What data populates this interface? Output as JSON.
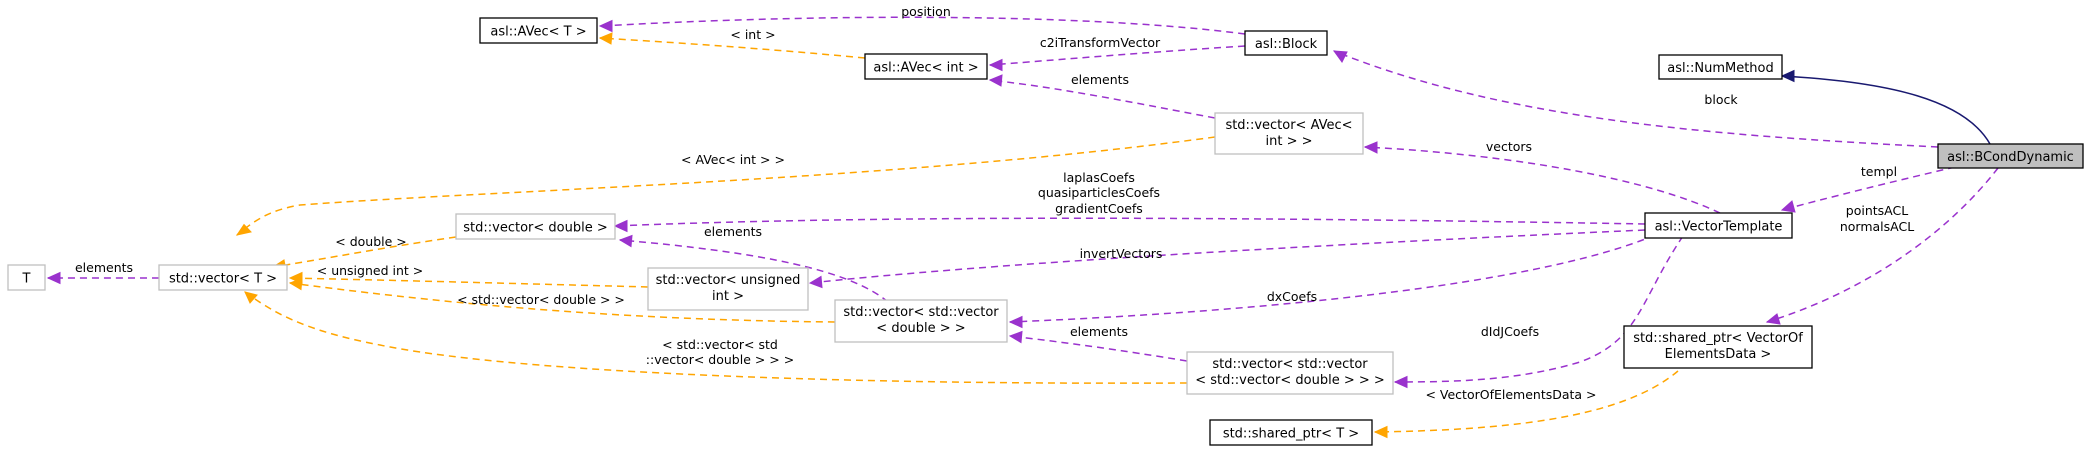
{
  "nodes": {
    "bcond_dynamic": [
      "asl::BCondDynamic"
    ],
    "num_method": [
      "asl::NumMethod"
    ],
    "block": [
      "asl::Block"
    ],
    "avec_t": [
      "asl::AVec< T >"
    ],
    "avec_int": [
      "asl::AVec< int >"
    ],
    "vector_avec_int": [
      "std::vector< AVec<",
      "int > >"
    ],
    "vector_template": [
      "asl::VectorTemplate"
    ],
    "shared_ptr_voed": [
      "std::shared_ptr< VectorOf",
      "ElementsData >"
    ],
    "shared_ptr_t": [
      "std::shared_ptr< T >"
    ],
    "t": [
      "T"
    ],
    "vector_t": [
      "std::vector< T >"
    ],
    "vector_double": [
      "std::vector< double >"
    ],
    "vector_unsigned": [
      "std::vector< unsigned",
      "int >"
    ],
    "vector_vector_double": [
      "std::vector< std::vector",
      "< double > >"
    ],
    "vector_vector_vector_double": [
      "std::vector< std::vector",
      "< std::vector< double > > >"
    ]
  },
  "edges": {
    "num_method_to_bcond": {
      "kind": "inheritance",
      "label": []
    },
    "block_to_bcond": {
      "kind": "usage",
      "label": [
        "block"
      ]
    },
    "template_to_bcond": {
      "kind": "usage",
      "label": [
        "templ"
      ]
    },
    "shared_to_bcond": {
      "kind": "usage",
      "label": [
        "pointsACL",
        "normalsACL"
      ]
    },
    "avec_t_to_block": {
      "kind": "usage",
      "label": [
        "position"
      ]
    },
    "avec_int_to_block": {
      "kind": "usage",
      "label": [
        "c2iTransformVector"
      ]
    },
    "avec_t_to_avec_int": {
      "kind": "template",
      "label": [
        "< int >"
      ]
    },
    "avec_int_to_vector_avec": {
      "kind": "usage",
      "label": [
        "elements"
      ]
    },
    "vector_avec_to_template": {
      "kind": "usage",
      "label": [
        "vectors"
      ]
    },
    "vector_double_to_template": {
      "kind": "usage",
      "label": [
        "laplasCoefs",
        "quasiparticlesCoefs",
        "gradientCoefs"
      ]
    },
    "vector_unsigned_to_template": {
      "kind": "usage",
      "label": [
        "invertVectors"
      ]
    },
    "vector_vector_double_to_template": {
      "kind": "usage",
      "label": [
        "dxCoefs"
      ]
    },
    "vvv_to_template": {
      "kind": "usage",
      "label": [
        "dIdJCoefs"
      ]
    },
    "vector_t_to_vector_avec": {
      "kind": "template",
      "label": [
        "< AVec< int > >"
      ]
    },
    "vector_t_to_vector_double": {
      "kind": "template",
      "label": [
        "< double >"
      ]
    },
    "vector_t_to_vector_unsigned": {
      "kind": "template",
      "label": [
        "< unsigned int >"
      ]
    },
    "vector_t_to_vv_double": {
      "kind": "template",
      "label": [
        "< std::vector< double > >"
      ]
    },
    "vector_t_to_vvv_double": {
      "kind": "template",
      "label": [
        "< std::vector< std",
        "::vector< double > > >"
      ]
    },
    "t_to_vector_t": {
      "kind": "usage",
      "label": [
        "elements"
      ]
    },
    "vector_double_to_vv_double": {
      "kind": "usage",
      "label": [
        "elements"
      ]
    },
    "vv_double_to_vvv_double": {
      "kind": "usage",
      "label": [
        "elements"
      ]
    },
    "shared_t_to_shared_voed": {
      "kind": "template",
      "label": [
        "< VectorOfElementsData >"
      ]
    }
  },
  "colors": {
    "usage": "#9a32cd",
    "template": "#ffa500",
    "inheritance": "#191970",
    "focus_fill": "#bfbfbf"
  }
}
